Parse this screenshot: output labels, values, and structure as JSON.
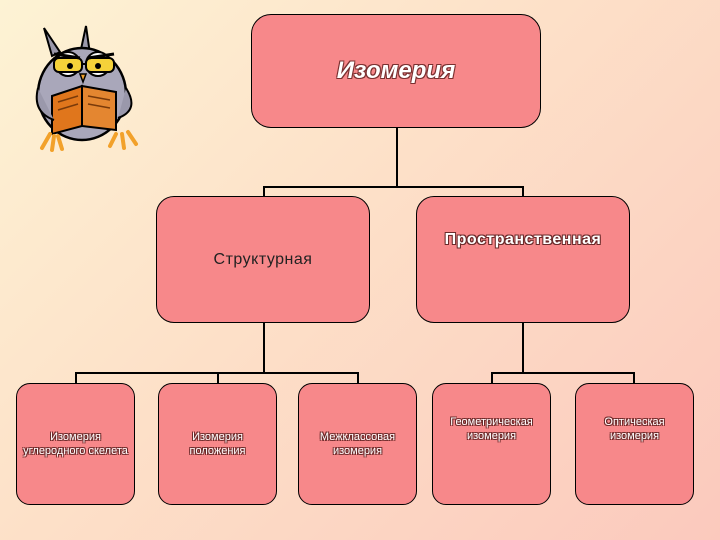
{
  "diagram": {
    "root": "Изомерия",
    "level1": {
      "structural": "Структурная",
      "spatial": "Пространственная"
    },
    "leaves": {
      "carbon_skeleton": "Изомерия углеродного скелета",
      "position": "Изомерия положения",
      "interclass": "Межклассовая изомерия",
      "geometric": "Геометрическая изомерия",
      "optical": "Оптическая изомерия"
    }
  },
  "colors": {
    "node_fill": "#f7888a",
    "line": "#000000",
    "background_start": "#fdf3d4",
    "background_end": "#fbc9bd"
  },
  "decoration": {
    "icon": "owl-reading-book-icon"
  }
}
